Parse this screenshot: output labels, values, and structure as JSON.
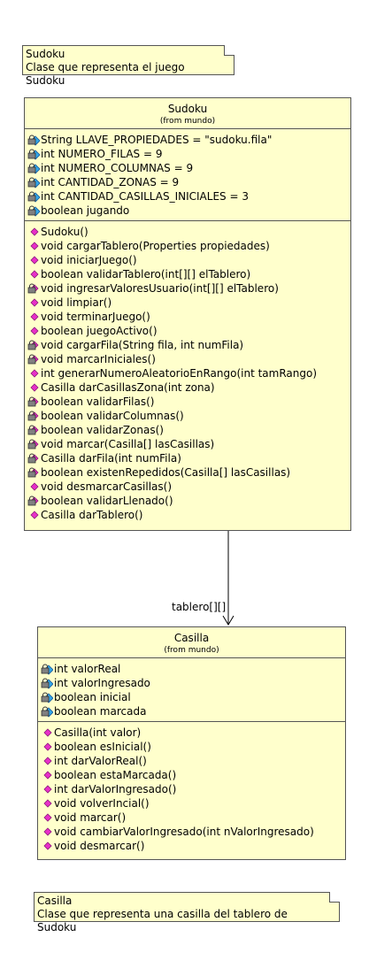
{
  "notes": {
    "sudoku": {
      "line1": "Sudoku",
      "line2": "Clase que representa el juego Sudoku"
    },
    "casilla": {
      "line1": "Casilla",
      "line2": "Clase que representa una casilla del tablero de Sudoku"
    }
  },
  "sudoku": {
    "name": "Sudoku",
    "from": "(from mundo)",
    "attributes": [
      {
        "text": "String LLAVE_PROPIEDADES = \"sudoku.fila\"",
        "icon": "private-attribute-icon"
      },
      {
        "text": "int NUMERO_FILAS = 9",
        "icon": "private-attribute-icon"
      },
      {
        "text": "int NUMERO_COLUMNAS = 9",
        "icon": "private-attribute-icon"
      },
      {
        "text": "int CANTIDAD_ZONAS = 9",
        "icon": "private-attribute-icon"
      },
      {
        "text": "int CANTIDAD_CASILLAS_INICIALES = 3",
        "icon": "private-attribute-icon"
      },
      {
        "text": "boolean jugando",
        "icon": "private-attribute-icon"
      }
    ],
    "operations": [
      {
        "text": "Sudoku()",
        "icon": "public-operation-icon"
      },
      {
        "text": "void cargarTablero(Properties propiedades)",
        "icon": "public-operation-icon"
      },
      {
        "text": "void iniciarJuego()",
        "icon": "public-operation-icon"
      },
      {
        "text": "boolean validarTablero(int[][] elTablero)",
        "icon": "public-operation-icon"
      },
      {
        "text": "void ingresarValoresUsuario(int[][] elTablero)",
        "icon": "private-operation-icon"
      },
      {
        "text": "void limpiar()",
        "icon": "public-operation-icon"
      },
      {
        "text": "void terminarJuego()",
        "icon": "public-operation-icon"
      },
      {
        "text": "boolean juegoActivo()",
        "icon": "public-operation-icon"
      },
      {
        "text": "void cargarFila(String fila, int numFila)",
        "icon": "private-operation-icon"
      },
      {
        "text": "void marcarIniciales()",
        "icon": "private-operation-icon"
      },
      {
        "text": "int generarNumeroAleatorioEnRango(int tamRango)",
        "icon": "public-operation-icon"
      },
      {
        "text": "Casilla darCasillasZona(int zona)",
        "icon": "public-operation-icon"
      },
      {
        "text": "boolean validarFilas()",
        "icon": "private-operation-icon"
      },
      {
        "text": "boolean validarColumnas()",
        "icon": "private-operation-icon"
      },
      {
        "text": "boolean validarZonas()",
        "icon": "private-operation-icon"
      },
      {
        "text": "void marcar(Casilla[] lasCasillas)",
        "icon": "private-operation-icon"
      },
      {
        "text": "Casilla darFila(int numFila)",
        "icon": "private-operation-icon"
      },
      {
        "text": "boolean existenRepedidos(Casilla[] lasCasillas)",
        "icon": "private-operation-icon"
      },
      {
        "text": "void desmarcarCasillas()",
        "icon": "public-operation-icon"
      },
      {
        "text": "boolean validarLlenado()",
        "icon": "private-operation-icon"
      },
      {
        "text": "Casilla darTablero()",
        "icon": "public-operation-icon"
      }
    ]
  },
  "association": {
    "role": "tablero[][]"
  },
  "casilla": {
    "name": "Casilla",
    "from": "(from mundo)",
    "attributes": [
      {
        "text": "int valorReal",
        "icon": "private-attribute-icon"
      },
      {
        "text": "int valorIngresado",
        "icon": "private-attribute-icon"
      },
      {
        "text": "boolean inicial",
        "icon": "private-attribute-icon"
      },
      {
        "text": "boolean marcada",
        "icon": "private-attribute-icon"
      }
    ],
    "operations": [
      {
        "text": "Casilla(int valor)",
        "icon": "public-operation-icon"
      },
      {
        "text": "boolean esInicial()",
        "icon": "public-operation-icon"
      },
      {
        "text": "int darValorReal()",
        "icon": "public-operation-icon"
      },
      {
        "text": "boolean estaMarcada()",
        "icon": "public-operation-icon"
      },
      {
        "text": "int darValorIngresado()",
        "icon": "public-operation-icon"
      },
      {
        "text": "void volverIncial()",
        "icon": "public-operation-icon"
      },
      {
        "text": "void marcar()",
        "icon": "public-operation-icon"
      },
      {
        "text": "void cambiarValorIngresado(int nValorIngresado)",
        "icon": "public-operation-icon"
      },
      {
        "text": "void desmarcar()",
        "icon": "public-operation-icon"
      }
    ]
  },
  "colors": {
    "fill": "#ffffcc",
    "border": "#555555",
    "attribute_diamond": "#31a6e8",
    "operation_diamond": "#e830c8",
    "lock": "#808080"
  }
}
